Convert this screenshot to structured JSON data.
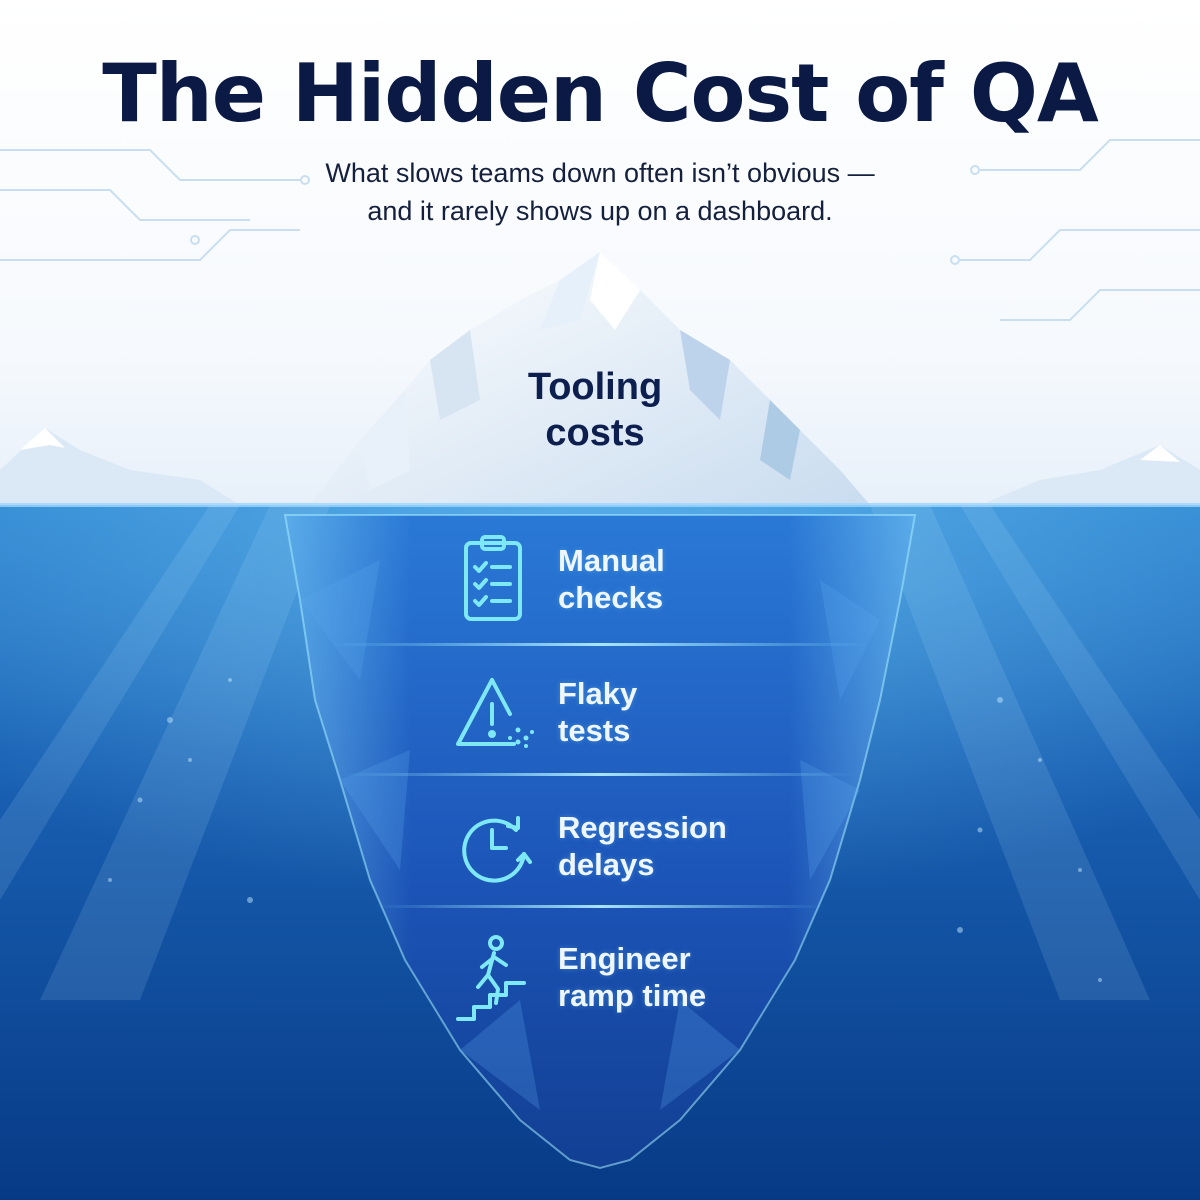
{
  "header": {
    "title": "The Hidden Cost of QA",
    "subtitle_line1": "What slows teams down often isn’t obvious —",
    "subtitle_line2": "and it rarely shows up on a dashboard."
  },
  "iceberg": {
    "tip": {
      "line1": "Tooling",
      "line2": "costs"
    },
    "hidden_items": [
      {
        "icon": "clipboard-checklist-icon",
        "line1": "Manual",
        "line2": "checks"
      },
      {
        "icon": "warning-triangle-icon",
        "line1": "Flaky",
        "line2": "tests"
      },
      {
        "icon": "clock-cycle-icon",
        "line1": "Regression",
        "line2": "delays"
      },
      {
        "icon": "person-climbing-stairs-icon",
        "line1": "Engineer",
        "line2": "ramp time"
      }
    ]
  },
  "colors": {
    "title": "#0a1a45",
    "icon_glow": "#7ee8f5",
    "water_surface": "#2a7bc7",
    "water_deep": "#083a86",
    "iceberg_body": "#1d5fc4"
  }
}
